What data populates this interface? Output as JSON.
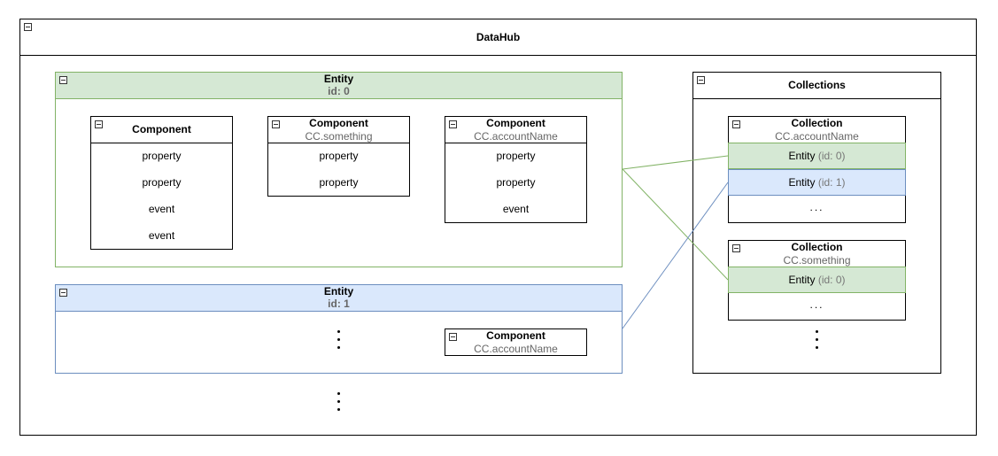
{
  "datahub": {
    "title": "DataHub"
  },
  "entity0": {
    "title": "Entity",
    "id_label": "id: 0",
    "components": [
      {
        "title": "Component",
        "subtitle": "",
        "rows": [
          "property",
          "property",
          "event",
          "event"
        ]
      },
      {
        "title": "Component",
        "subtitle": "CC.something",
        "rows": [
          "property",
          "property"
        ]
      },
      {
        "title": "Component",
        "subtitle": "CC.accountName",
        "rows": [
          "property",
          "property",
          "event"
        ]
      }
    ]
  },
  "entity1": {
    "title": "Entity",
    "id_label": "id: 1",
    "component": {
      "title": "Component",
      "subtitle": "CC.accountName"
    }
  },
  "collections": {
    "title": "Collections",
    "items": [
      {
        "title": "Collection",
        "subtitle": "CC.accountName",
        "entries": [
          {
            "label": "Entity",
            "id": "(id: 0)"
          },
          {
            "label": "Entity",
            "id": "(id: 1)"
          }
        ],
        "more": "..."
      },
      {
        "title": "Collection",
        "subtitle": "CC.something",
        "entries": [
          {
            "label": "Entity",
            "id": "(id: 0)"
          }
        ],
        "more": "..."
      }
    ]
  },
  "colors": {
    "green_fill": "#d5e8d4",
    "green_stroke": "#82b366",
    "blue_fill": "#dae8fc",
    "blue_stroke": "#6c8ebf"
  }
}
